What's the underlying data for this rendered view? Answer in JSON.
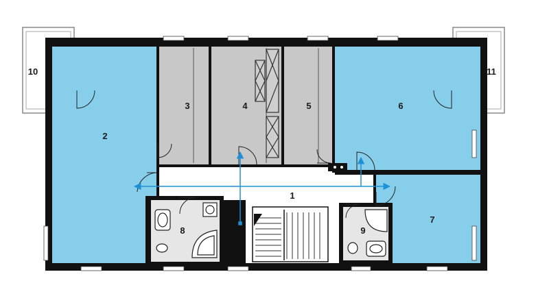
{
  "floor_plan": {
    "colors": {
      "wall": "#111111",
      "bedroom": "#87ceeb",
      "wardrobe": "#c8c8c8",
      "service": "#e6e6e6",
      "hall": "#ffffff",
      "arrow": "#1e90d6",
      "balcony_line": "#888888"
    },
    "rooms": [
      {
        "id": "1",
        "label": "1"
      },
      {
        "id": "2",
        "label": "2"
      },
      {
        "id": "3",
        "label": "3"
      },
      {
        "id": "4",
        "label": "4"
      },
      {
        "id": "5",
        "label": "5"
      },
      {
        "id": "6",
        "label": "6"
      },
      {
        "id": "7",
        "label": "7"
      },
      {
        "id": "8",
        "label": "8"
      },
      {
        "id": "9",
        "label": "9"
      },
      {
        "id": "10",
        "label": "10"
      },
      {
        "id": "11",
        "label": "11"
      }
    ]
  }
}
